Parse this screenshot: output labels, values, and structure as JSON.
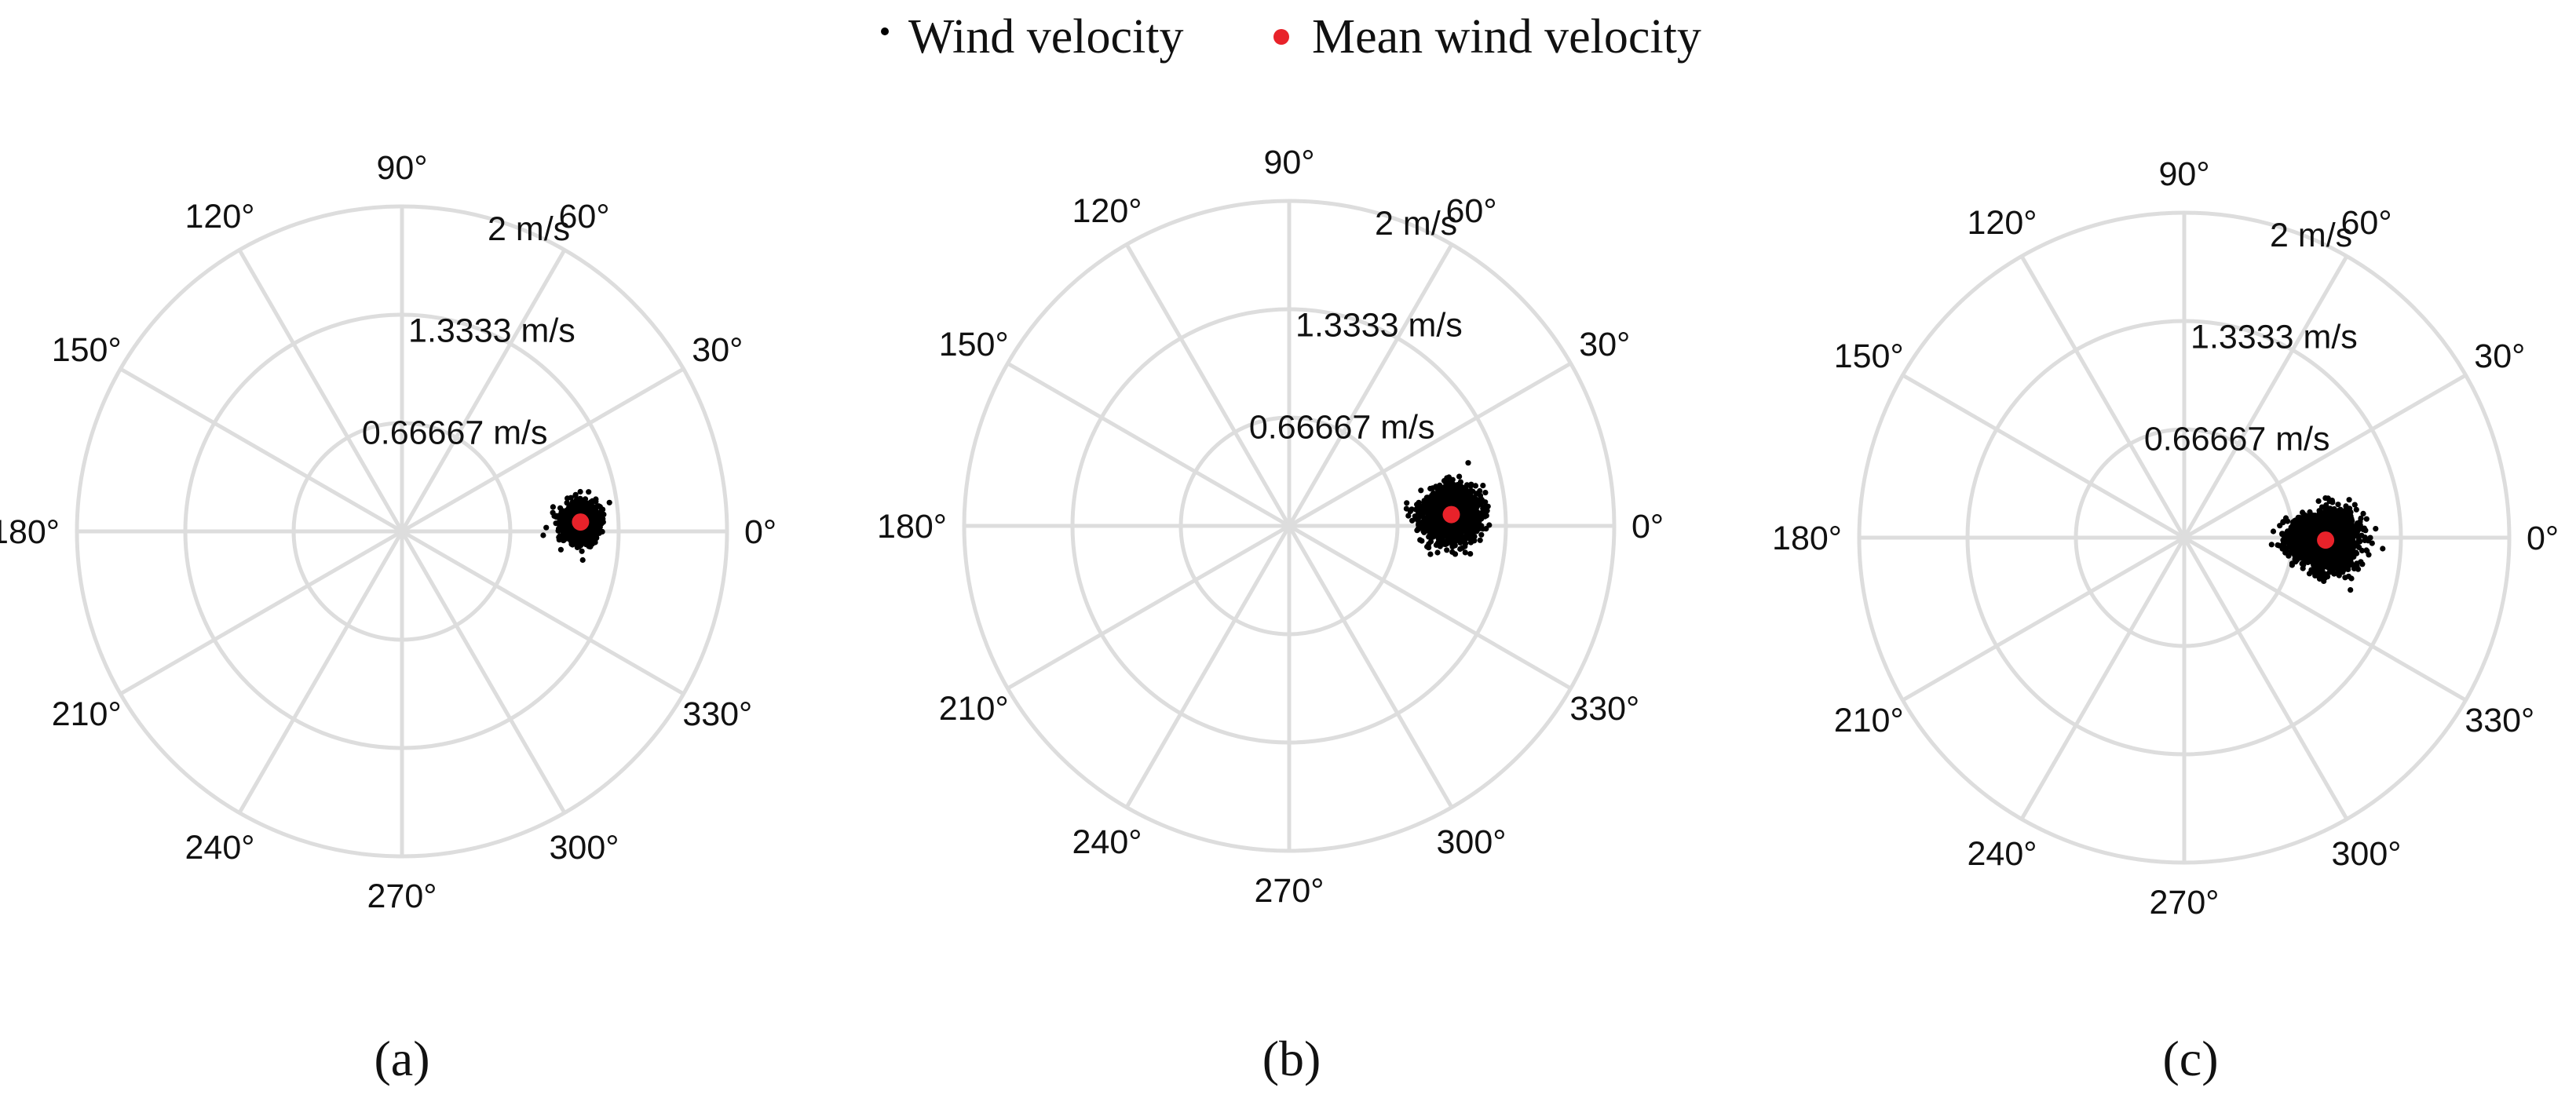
{
  "legend": {
    "items": [
      {
        "label": "Wind velocity",
        "color": "#000000",
        "marker": "small-dot"
      },
      {
        "label": "Mean wind velocity",
        "color": "#e8222a",
        "marker": "dot"
      }
    ]
  },
  "chart_data": [
    {
      "type": "scatter",
      "projection": "polar",
      "panel_label": "(a)",
      "angle_ticks": [
        "0°",
        "30°",
        "60°",
        "90°",
        "120°",
        "150°",
        "180°",
        "210°",
        "240°",
        "270°",
        "300°",
        "330°"
      ],
      "radial_ticks": [
        {
          "value": 0.66667,
          "label": "0.66667 m/s"
        },
        {
          "value": 1.3333,
          "label": "1.3333 m/s"
        },
        {
          "value": 2,
          "label": "2 m/s"
        }
      ],
      "rlim": [
        0,
        2
      ],
      "grid": true,
      "series": [
        {
          "name": "Wind velocity",
          "color": "#000000",
          "cloud": {
            "center_theta_deg": 3,
            "center_r": 1.1,
            "spread_r": 0.1,
            "spread_theta_deg": 3.5,
            "count": 1500
          }
        },
        {
          "name": "Mean wind velocity",
          "color": "#e8222a",
          "points": [
            {
              "theta_deg": 3,
              "r": 1.1
            }
          ]
        }
      ]
    },
    {
      "type": "scatter",
      "projection": "polar",
      "panel_label": "(b)",
      "angle_ticks": [
        "0°",
        "30°",
        "60°",
        "90°",
        "120°",
        "150°",
        "180°",
        "210°",
        "240°",
        "270°",
        "300°",
        "330°"
      ],
      "radial_ticks": [
        {
          "value": 0.66667,
          "label": "0.66667 m/s"
        },
        {
          "value": 1.3333,
          "label": "1.3333 m/s"
        },
        {
          "value": 2,
          "label": "2 m/s"
        }
      ],
      "rlim": [
        0,
        2
      ],
      "grid": true,
      "series": [
        {
          "name": "Wind velocity",
          "color": "#000000",
          "cloud": {
            "center_theta_deg": 4,
            "center_r": 1.0,
            "spread_r": 0.14,
            "spread_theta_deg": 5,
            "count": 2200
          }
        },
        {
          "name": "Mean wind velocity",
          "color": "#e8222a",
          "points": [
            {
              "theta_deg": 4,
              "r": 1.0
            }
          ]
        }
      ]
    },
    {
      "type": "scatter",
      "projection": "polar",
      "panel_label": "(c)",
      "angle_ticks": [
        "0°",
        "30°",
        "60°",
        "90°",
        "120°",
        "150°",
        "180°",
        "210°",
        "240°",
        "270°",
        "300°",
        "330°"
      ],
      "radial_ticks": [
        {
          "value": 0.66667,
          "label": "0.66667 m/s"
        },
        {
          "value": 1.3333,
          "label": "1.3333 m/s"
        },
        {
          "value": 2,
          "label": "2 m/s"
        }
      ],
      "rlim": [
        0,
        2
      ],
      "grid": true,
      "series": [
        {
          "name": "Wind velocity",
          "color": "#000000",
          "cloud": {
            "center_theta_deg": -1,
            "center_r": 0.87,
            "spread_r": 0.17,
            "spread_theta_deg": 6,
            "count": 2600
          }
        },
        {
          "name": "Mean wind velocity",
          "color": "#e8222a",
          "points": [
            {
              "theta_deg": -1,
              "r": 0.87
            }
          ]
        }
      ]
    }
  ]
}
